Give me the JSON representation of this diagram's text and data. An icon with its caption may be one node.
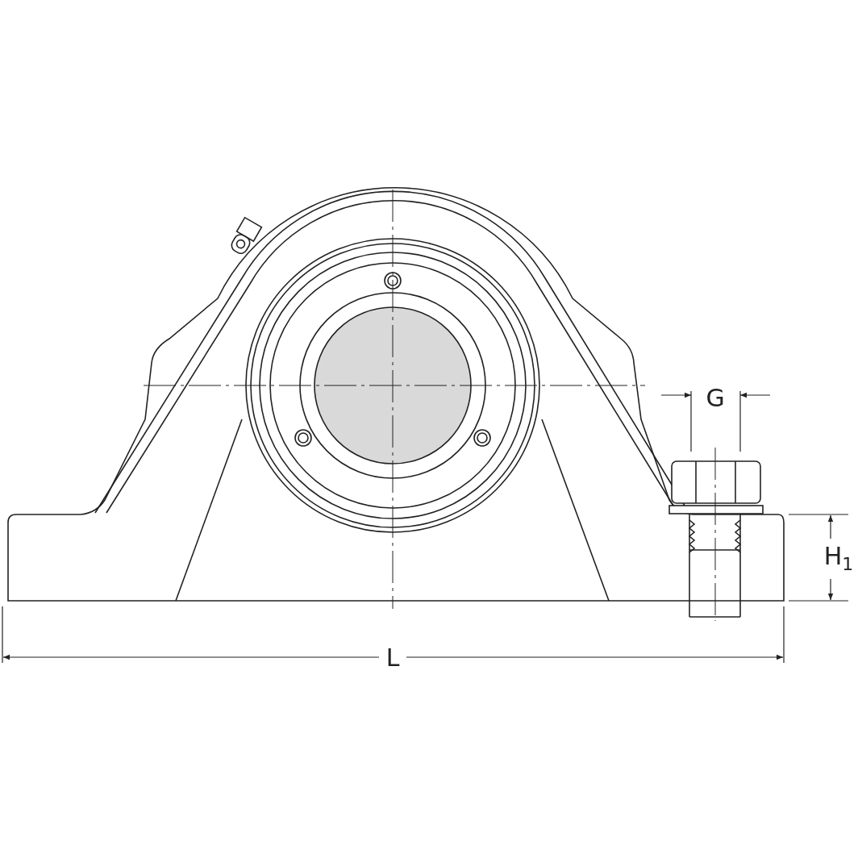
{
  "diagram": {
    "labels": [
      "G",
      "H$_{1}$",
      "L"
    ]
  }
}
